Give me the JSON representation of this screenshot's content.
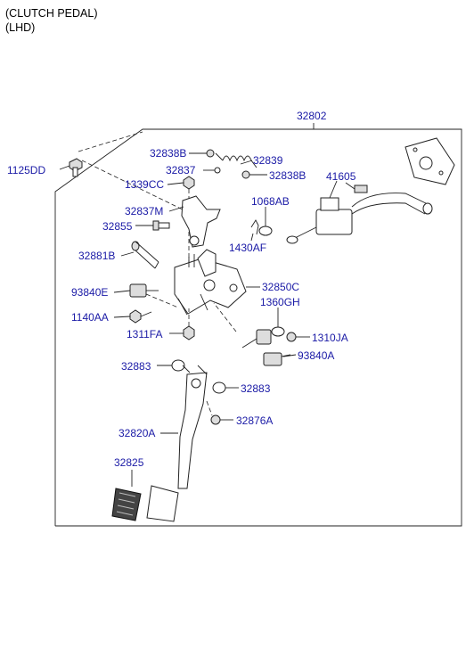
{
  "header": {
    "title": "(CLUTCH PEDAL)",
    "subtitle": "(LHD)"
  },
  "diagram": {
    "assembly_label": "32802",
    "labels": {
      "l1125DD": "1125DD",
      "l32838B_a": "32838B",
      "l32839": "32839",
      "l32837": "32837",
      "l32838B_b": "32838B",
      "l1339CC": "1339CC",
      "l41605": "41605",
      "l1068AB": "1068AB",
      "l32837M": "32837M",
      "l32855": "32855",
      "l1430AF": "1430AF",
      "l32881B": "32881B",
      "l32850C": "32850C",
      "l93840E": "93840E",
      "l1360GH": "1360GH",
      "l1140AA": "1140AA",
      "l1311FA": "1311FA",
      "l1310JA": "1310JA",
      "l93840A": "93840A",
      "l32883_a": "32883",
      "l32883_b": "32883",
      "l32876A": "32876A",
      "l32820A": "32820A",
      "l32825": "32825"
    }
  }
}
